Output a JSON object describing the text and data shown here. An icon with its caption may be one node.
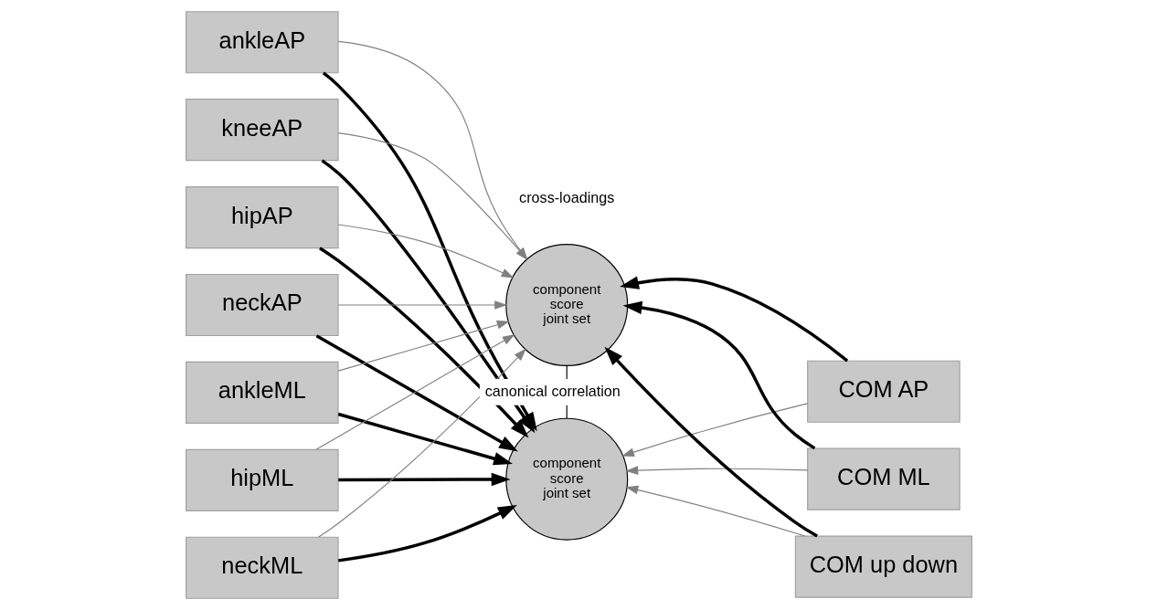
{
  "diagram": {
    "nodes": [
      {
        "text": [
          "ankleAP"
        ]
      },
      {
        "text": [
          "kneeAP"
        ]
      },
      {
        "text": [
          "hipAP"
        ]
      },
      {
        "text": [
          "neckAP"
        ]
      },
      {
        "text": [
          "ankleML"
        ]
      },
      {
        "text": [
          "hipML"
        ]
      },
      {
        "text": [
          "neckML"
        ]
      },
      {
        "text": [
          "component score joint set"
        ]
      },
      {
        "text": [
          "component score joint set"
        ]
      },
      {
        "text": [
          "COM AP"
        ]
      },
      {
        "text": [
          "COM ML"
        ]
      },
      {
        "text": [
          "COM up down"
        ]
      }
    ],
    "edges": [
      {
        "from": 0,
        "to": 7,
        "arrow": "to",
        "color": "#808080"
      },
      {
        "from": 1,
        "to": 7,
        "arrow": "to",
        "color": "#808080"
      },
      {
        "from": 2,
        "to": 7,
        "arrow": "to",
        "color": "#808080"
      },
      {
        "from": 3,
        "to": 7,
        "arrow": "to",
        "color": "#808080"
      },
      {
        "from": 4,
        "to": 7,
        "arrow": "to",
        "color": "#808080"
      },
      {
        "from": 5,
        "to": 7,
        "arrow": "to",
        "color": "#808080"
      },
      {
        "from": 6,
        "to": 7,
        "arrow": "to",
        "color": "#808080"
      },
      {
        "from": 9,
        "to": 8,
        "arrow": "to",
        "color": "#808080"
      },
      {
        "from": 10,
        "to": 8,
        "arrow": "to",
        "color": "#808080"
      },
      {
        "from": 11,
        "to": 8,
        "arrow": "to",
        "color": "#808080"
      },
      {
        "from": 0,
        "to": 8,
        "arrow": "to",
        "style": "thick"
      },
      {
        "from": 1,
        "to": 8,
        "arrow": "to",
        "style": "thick"
      },
      {
        "from": 2,
        "to": 8,
        "arrow": "to",
        "style": "thick"
      },
      {
        "from": 3,
        "to": 8,
        "arrow": "to",
        "style": "thick"
      },
      {
        "from": 4,
        "to": 8,
        "arrow": "to",
        "style": "thick"
      },
      {
        "from": 5,
        "to": 8,
        "arrow": "to",
        "style": "thick"
      },
      {
        "from": 6,
        "to": 8,
        "arrow": "to",
        "style": "thick"
      },
      {
        "from": 9,
        "to": 7,
        "arrow": "to",
        "style": "thick"
      },
      {
        "from": 10,
        "to": 7,
        "arrow": "to",
        "style": "thick"
      },
      {
        "from": 11,
        "to": 7,
        "arrow": "to",
        "style": "thick"
      },
      {
        "from": 7,
        "to": 8,
        "arrow": "none",
        "label": "canonical correlation"
      }
    ],
    "labels": [
      "cross-loadings"
    ]
  }
}
